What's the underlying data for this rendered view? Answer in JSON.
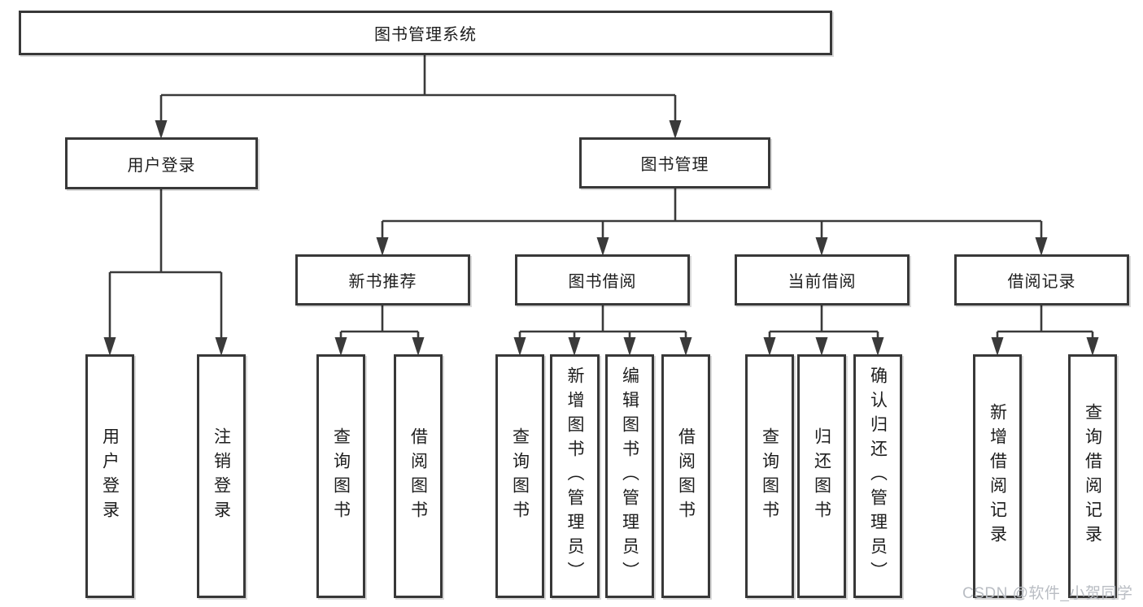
{
  "diagram": {
    "tree": {
      "label": "图书管理系统",
      "children": [
        {
          "label": "用户登录",
          "children": [
            {
              "label": "用户登录"
            },
            {
              "label": "注销登录"
            }
          ]
        },
        {
          "label": "图书管理",
          "children": [
            {
              "label": "新书推荐",
              "children": [
                {
                  "label": "查询图书"
                },
                {
                  "label": "借阅图书"
                }
              ]
            },
            {
              "label": "图书借阅",
              "children": [
                {
                  "label": "查询图书"
                },
                {
                  "label": "新增图书（管理员）"
                },
                {
                  "label": "编辑图书（管理员）"
                },
                {
                  "label": "借阅图书"
                }
              ]
            },
            {
              "label": "当前借阅",
              "children": [
                {
                  "label": "查询图书"
                },
                {
                  "label": "归还图书"
                },
                {
                  "label": "确认归还（管理员）"
                }
              ]
            },
            {
              "label": "借阅记录",
              "children": [
                {
                  "label": "新增借阅记录"
                },
                {
                  "label": "查询借阅记录"
                }
              ]
            }
          ]
        }
      ]
    },
    "watermark": "CSDN @软件_小贺同学",
    "colors": {
      "line": "#3a3a3a",
      "text": "#1d1d1d",
      "watermark": "#b9bdc3",
      "background": "#ffffff"
    }
  }
}
